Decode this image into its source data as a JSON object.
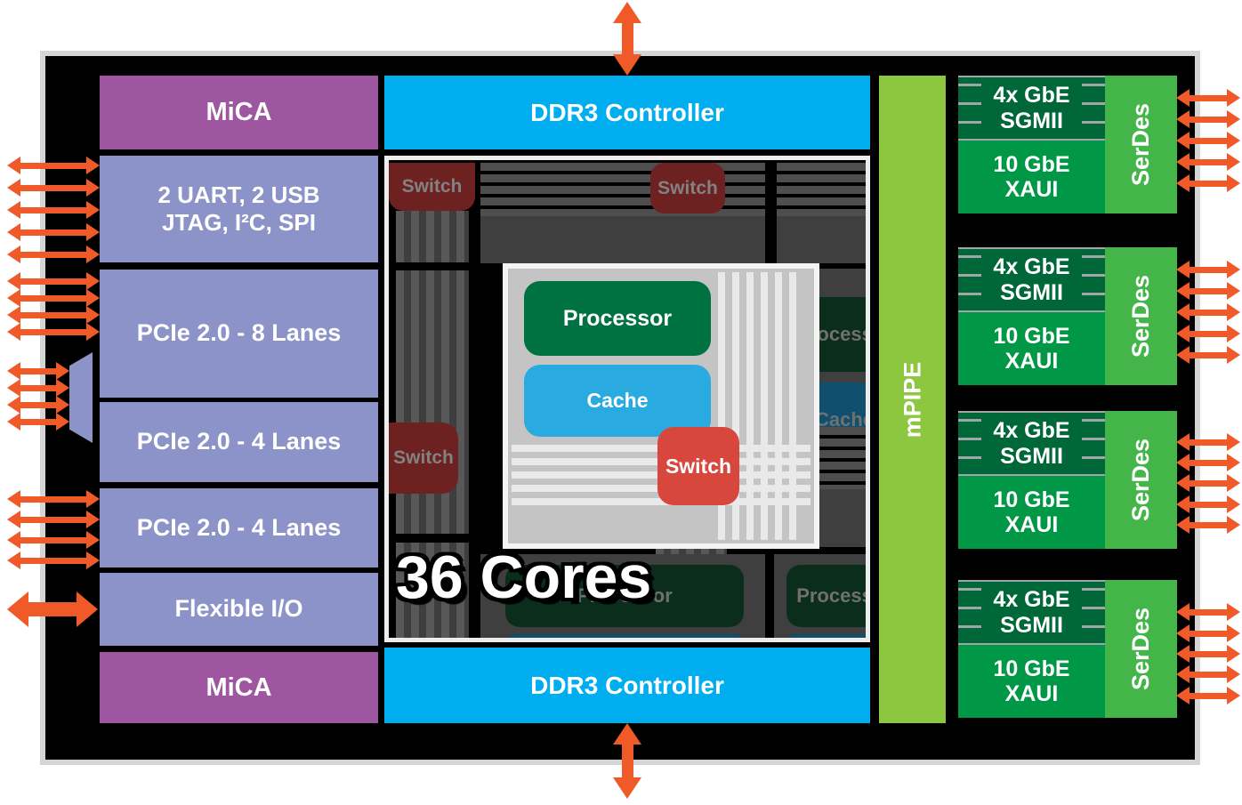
{
  "colors": {
    "orange": "#EF5A28",
    "lavender": "#8B93C8",
    "mica_purple": "#9E56A0",
    "ddr_blue": "#00AEEF",
    "mpipe_green": "#8DC63F",
    "serdes_green": "#44B649",
    "sgmii_green": "#006838",
    "xaui_green": "#009747",
    "processor_green": "#007140",
    "cache_blue": "#29ABE2",
    "switch_red": "#D7473E",
    "dim_switch": "#6D2121",
    "dim_processor": "#0A2E1B",
    "dim_cache": "#10506E"
  },
  "chip": {
    "left": {
      "mica_top": "MiCA",
      "uart_usb": {
        "line1": "2 UART, 2 USB",
        "line2": "JTAG, I²C, SPI"
      },
      "pcie_8": "PCIe 2.0 - 8 Lanes",
      "pcie_4a": "PCIe 2.0 - 4 Lanes",
      "pcie_4b": "PCIe 2.0 - 4 Lanes",
      "flexible_io": "Flexible I/O",
      "mica_bottom": "MiCA"
    },
    "memory": {
      "ddr_top": "DDR3 Controller",
      "ddr_bottom": "DDR3 Controller"
    },
    "mesh": {
      "cores_label": "36 Cores",
      "switch_label": "Switch",
      "processor_label": "Processor",
      "cache_label": "Cache"
    },
    "mpipe_label": "mPIPE",
    "network": {
      "blocks": [
        {
          "gbe": "4x GbE",
          "sgmii": "SGMII",
          "tengbe": "10 GbE",
          "xaui": "XAUI",
          "serdes": "SerDes"
        },
        {
          "gbe": "4x GbE",
          "sgmii": "SGMII",
          "tengbe": "10 GbE",
          "xaui": "XAUI",
          "serdes": "SerDes"
        },
        {
          "gbe": "4x GbE",
          "sgmii": "SGMII",
          "tengbe": "10 GbE",
          "xaui": "XAUI",
          "serdes": "SerDes"
        },
        {
          "gbe": "4x GbE",
          "sgmii": "SGMII",
          "tengbe": "10 GbE",
          "xaui": "XAUI",
          "serdes": "SerDes"
        }
      ]
    }
  }
}
